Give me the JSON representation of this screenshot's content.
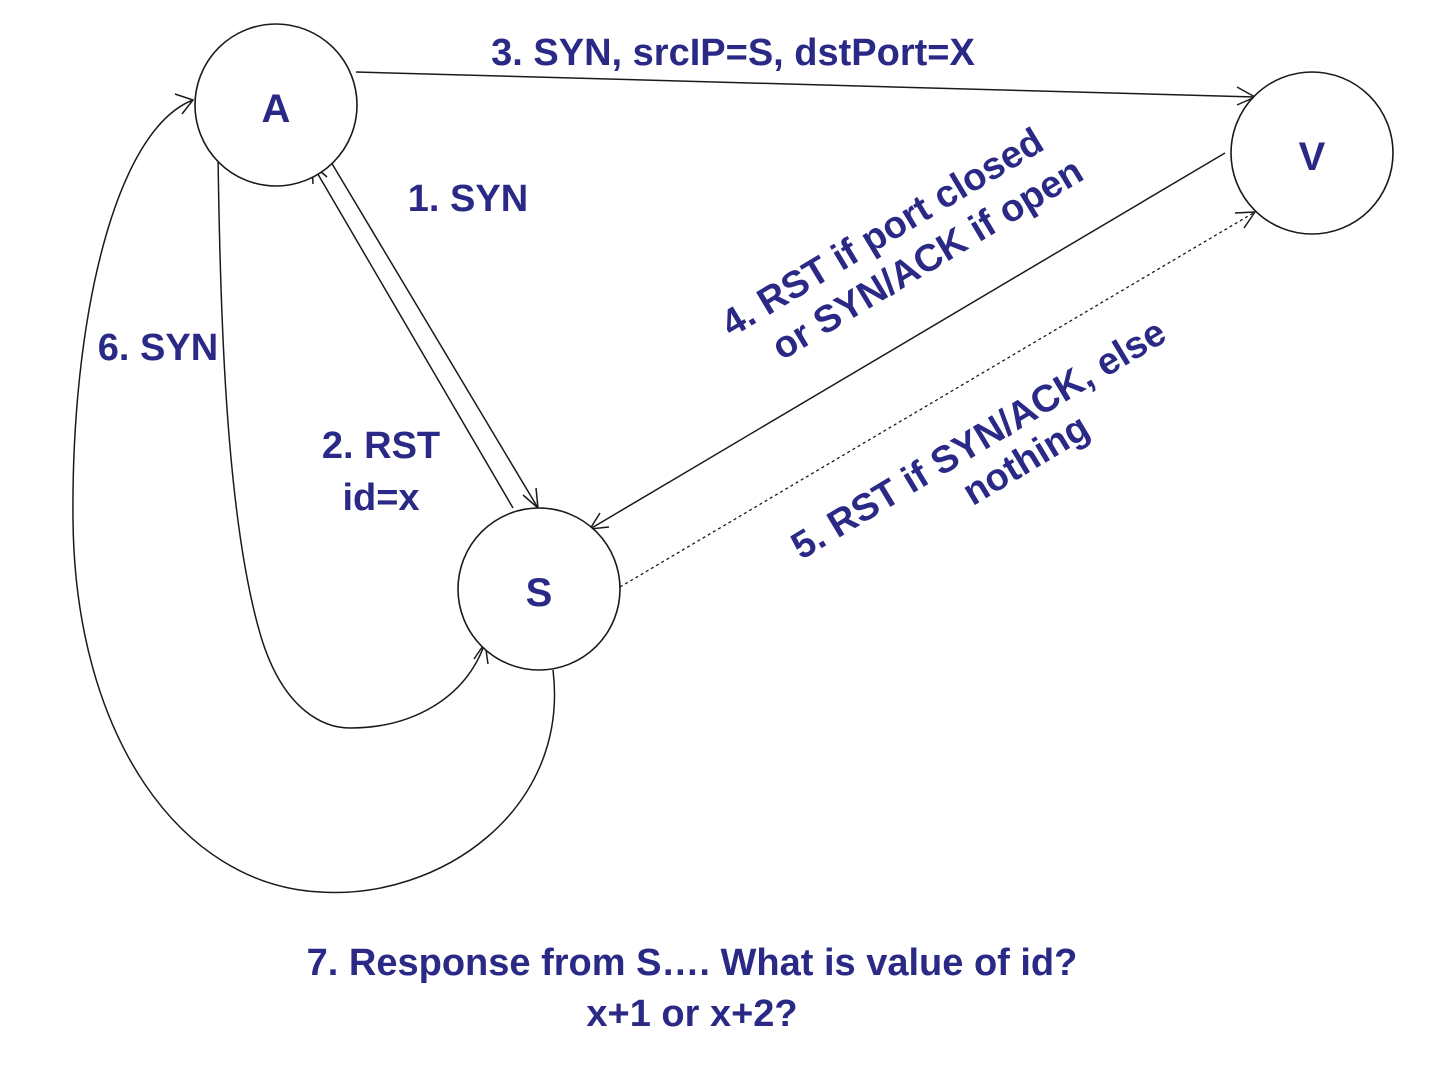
{
  "colors": {
    "label_text": "#2a2a86",
    "line": "#1a1a1a",
    "background": "#ffffff"
  },
  "nodes": {
    "a": "A",
    "s": "S",
    "v": "V"
  },
  "steps": {
    "step1": "1. SYN",
    "step2_line1": "2. RST",
    "step2_line2": "id=x",
    "step3": "3. SYN, srcIP=S, dstPort=X",
    "step4_line1": "4. RST if port closed",
    "step4_line2": "or SYN/ACK if open",
    "step5_line1": "5. RST if SYN/ACK, else",
    "step5_line2": "nothing",
    "step6": "6. SYN",
    "step7_line1": "7. Response from S…. What is value of id?",
    "step7_line2": "x+1 or x+2?"
  }
}
